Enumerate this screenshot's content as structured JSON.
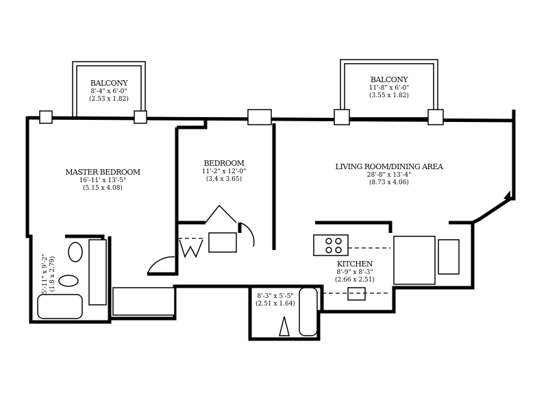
{
  "rooms": {
    "balcony_left": {
      "name": "BALCONY",
      "imperial": "8'-4\" x 6'-0\"",
      "metric": "(2.53 x 1.82)"
    },
    "balcony_right": {
      "name": "BALCONY",
      "imperial": "11'-8\" x 6'-0\"",
      "metric": "(3.55 x 1.82)"
    },
    "master_bedroom": {
      "name": "MASTER BEDROOM",
      "imperial": "16'-11' x 13'-5\"",
      "metric": "(5.15 x 4.08)"
    },
    "bedroom": {
      "name": "BEDROOM",
      "imperial": "11'-2\" x 12'-0\"",
      "metric": "(3.4 x 3.65)"
    },
    "living_dining": {
      "name": "LIVING ROOM/DINING AREA",
      "imperial": "28'-8\" x 13'-4\"",
      "metric": "(8.73 x 4.06)"
    },
    "kitchen": {
      "name": "KITCHEN",
      "imperial": "8'-9\" x 8'-3\"",
      "metric": "(2.66 x 2.51)"
    },
    "master_bath": {
      "imperial": "5'-11\" x 9'-2\"",
      "metric": "(1.8 x 2.79)"
    },
    "bath": {
      "imperial": "8'-3\" x 5'-5\"",
      "metric": "(2.51 x 1.64)"
    }
  }
}
